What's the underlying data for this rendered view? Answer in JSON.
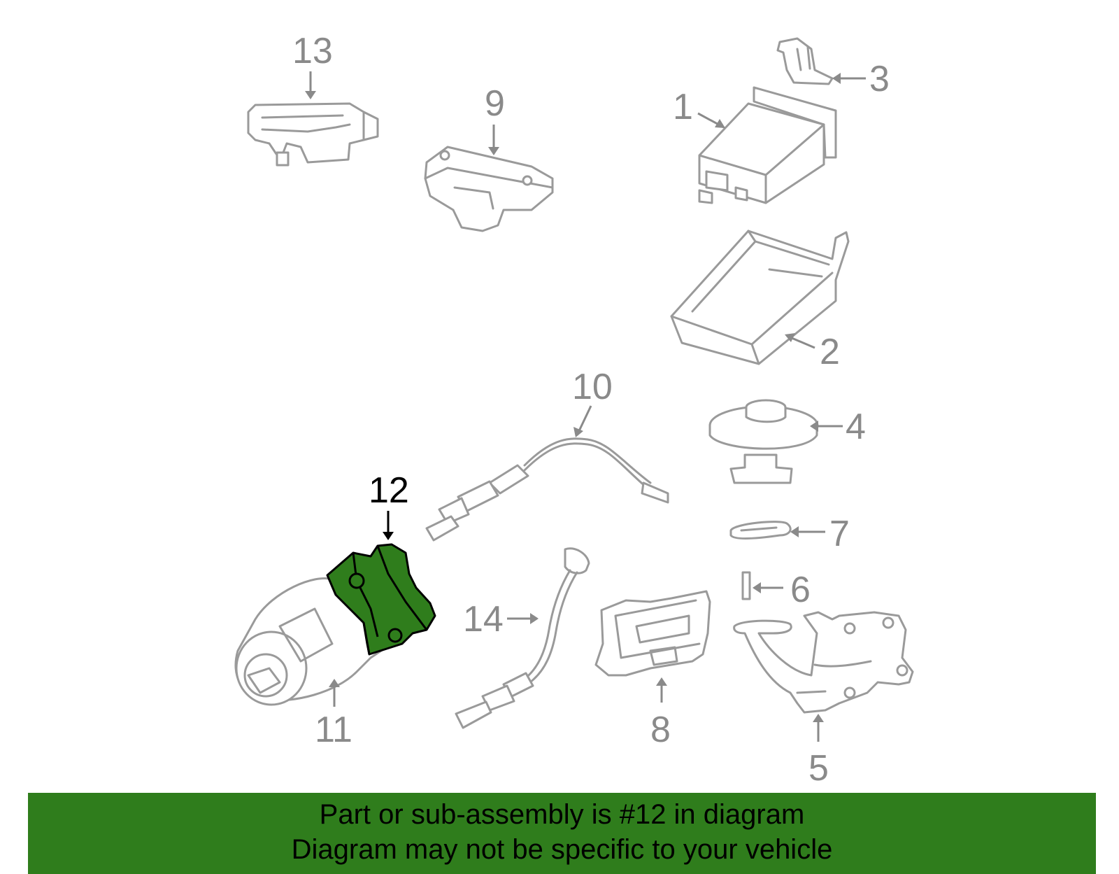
{
  "diagram": {
    "highlight_color": "#2f7d1c",
    "highlighted_part": "12",
    "callouts": [
      {
        "id": "1",
        "label": "1"
      },
      {
        "id": "2",
        "label": "2"
      },
      {
        "id": "3",
        "label": "3"
      },
      {
        "id": "4",
        "label": "4"
      },
      {
        "id": "5",
        "label": "5"
      },
      {
        "id": "6",
        "label": "6"
      },
      {
        "id": "7",
        "label": "7"
      },
      {
        "id": "8",
        "label": "8"
      },
      {
        "id": "9",
        "label": "9"
      },
      {
        "id": "10",
        "label": "10"
      },
      {
        "id": "11",
        "label": "11"
      },
      {
        "id": "12",
        "label": "12"
      },
      {
        "id": "13",
        "label": "13"
      },
      {
        "id": "14",
        "label": "14"
      }
    ]
  },
  "banner": {
    "line1": "Part or sub-assembly is #12 in diagram",
    "line2": "Diagram may not be specific to your vehicle"
  }
}
